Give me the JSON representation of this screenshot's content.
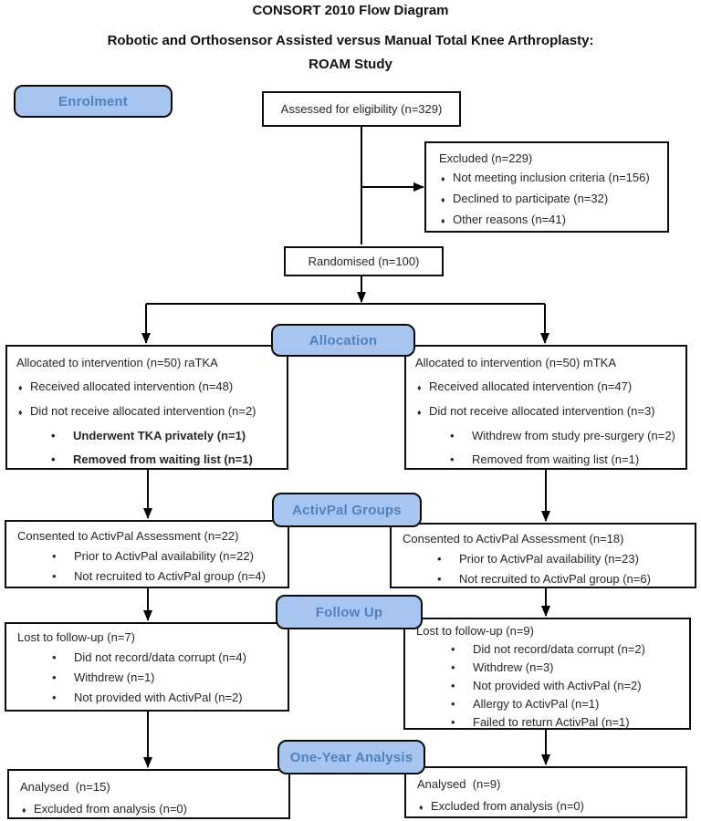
{
  "header": {
    "title": "CONSORT 2010 Flow Diagram",
    "subtitle_line1": "Robotic and Orthosensor Assisted versus Manual Total Knee Arthroplasty:",
    "subtitle_line2": "ROAM Study"
  },
  "stage_labels": {
    "enrolment": "Enrolment",
    "allocation": "Allocation",
    "activpal_groups": "ActivPal Groups",
    "follow_up": "Follow Up",
    "one_year_analysis": "One-Year Analysis"
  },
  "icons": {
    "diamond_bullet": "♦",
    "round_bullet": "•"
  },
  "colors": {
    "stage_fill": "#a8c5ef",
    "stage_text": "#4f81bd",
    "box_border": "#0d0d0d",
    "arrow_line": "#000000"
  },
  "boxes": {
    "assessed": {
      "text": "Assessed for eligibility (n=329)"
    },
    "excluded": {
      "title": "Excluded (n=229)",
      "diamond_items": [
        "Not meeting inclusion criteria (n=156)",
        "Declined to participate (n=32)",
        "Other reasons (n=41)"
      ]
    },
    "randomised": {
      "text": "Randomised (n=100)"
    },
    "allocation_left": {
      "title": "Allocated to intervention (n=50) raTKA",
      "diamond_items": [
        "Received allocated intervention (n=48)",
        "Did not receive allocated intervention (n=2)"
      ],
      "sub_items": [
        "Underwent TKA privately (n=1)",
        "Removed from waiting list (n=1)"
      ]
    },
    "allocation_right": {
      "title": "Allocated to intervention (n=50) mTKA",
      "diamond_items": [
        "Received allocated intervention (n=47)",
        "Did not receive allocated intervention (n=3)"
      ],
      "sub_items": [
        "Withdrew from study pre-surgery (n=2)",
        "Removed from waiting list (n=1)"
      ]
    },
    "activpal_left": {
      "title": "Consented to ActivPal Assessment (n=22)",
      "sub_items": [
        "Prior to ActivPal availability (n=22)",
        "Not recruited to ActivPal group (n=4)"
      ]
    },
    "activpal_right": {
      "title": "Consented to ActivPal Assessment (n=18)",
      "sub_items": [
        "Prior to ActivPal availability (n=23)",
        "Not recruited to ActivPal group (n=6)"
      ]
    },
    "followup_left": {
      "title": "Lost to follow-up (n=7)",
      "sub_items": [
        "Did not record/data corrupt (n=4)",
        "Withdrew (n=1)",
        "Not provided with ActivPal (n=2)"
      ]
    },
    "followup_right": {
      "title": "Lost to follow-up (n=9)",
      "sub_items": [
        "Did not record/data corrupt (n=2)",
        "Withdrew (n=3)",
        "Not provided with ActivPal (n=2)",
        "Allergy to ActivPal (n=1)",
        "Failed to return ActivPal (n=1)"
      ]
    },
    "analysis_left": {
      "title": "Analysed  (n=15)",
      "diamond_items": [
        "Excluded from analysis (n=0)"
      ]
    },
    "analysis_right": {
      "title": "Analysed  (n=9)",
      "diamond_items": [
        "Excluded from analysis (n=0)"
      ]
    }
  }
}
